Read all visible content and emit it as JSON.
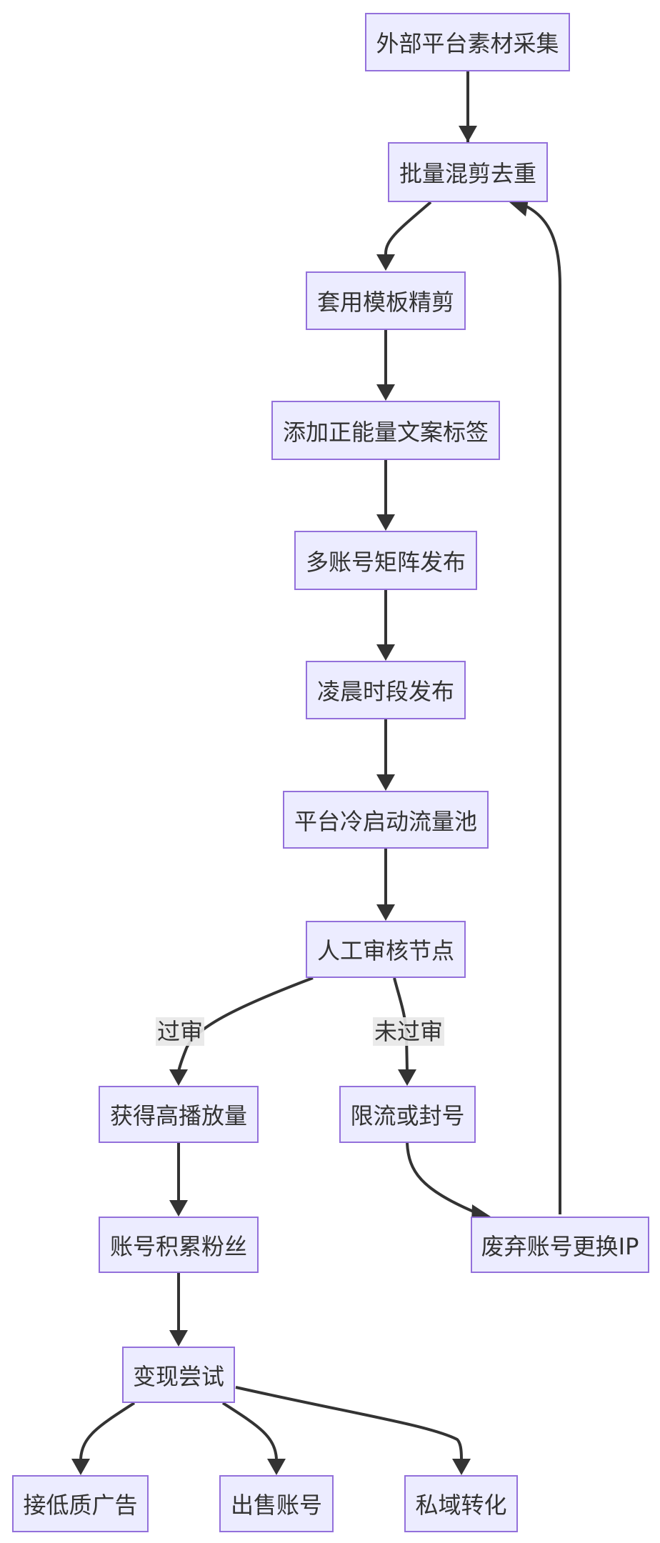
{
  "nodes": {
    "n1": "外部平台素材采集",
    "n2": "批量混剪去重",
    "n3": "套用模板精剪",
    "n4": "添加正能量文案标签",
    "n5": "多账号矩阵发布",
    "n6": "凌晨时段发布",
    "n7": "平台冷启动流量池",
    "n8": "人工审核节点",
    "n9": "获得高播放量",
    "n10": "限流或封号",
    "n11": "账号积累粉丝",
    "n12": "废弃账号更换IP",
    "n13": "变现尝试",
    "n14": "接低质广告",
    "n15": "出售账号",
    "n16": "私域转化"
  },
  "edge_labels": {
    "pass": "过审",
    "fail": "未过审"
  },
  "colors": {
    "node_fill": "#ececff",
    "node_border": "#9370db",
    "edge": "#333333",
    "label_bg": "#e8e8e8"
  }
}
